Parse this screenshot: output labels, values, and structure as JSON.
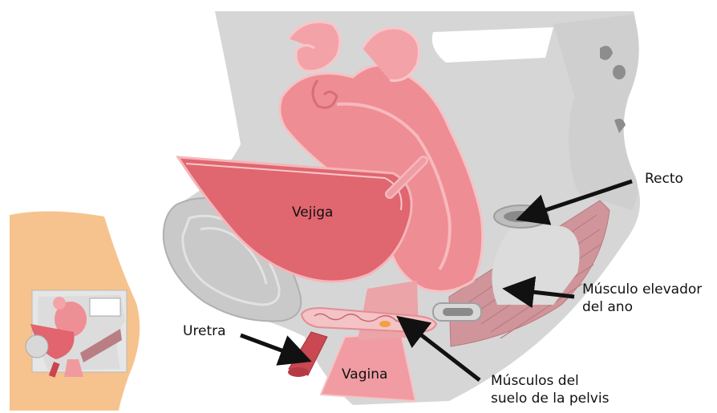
{
  "labels": {
    "bladder": "Vejiga",
    "vagina": "Vagina",
    "urethra": "Uretra",
    "rectum": "Recto",
    "levator_line1": "Músculo elevador",
    "levator_line2": "del ano",
    "pelvic_floor_line1": "Músculos del",
    "pelvic_floor_line2": "suelo de la pelvis"
  },
  "colors": {
    "bone": "#d4d4d4",
    "bone_dark": "#9a9a9a",
    "uterus": "#ee8f95",
    "uterus_light": "#f6b5b8",
    "bladder": "#e26a74",
    "muscle": "#c98c90",
    "skin": "#f5c48f",
    "arrow": "#111111"
  }
}
